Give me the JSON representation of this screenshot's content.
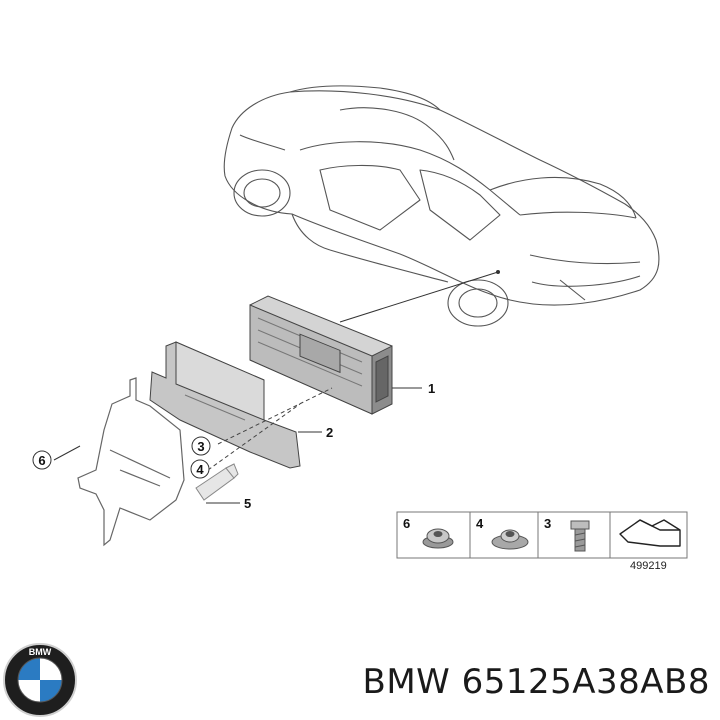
{
  "callouts": {
    "c1": "1",
    "c2": "2",
    "c3": "3",
    "c4": "4",
    "c5": "5",
    "c6": "6"
  },
  "legend": {
    "items": [
      "6",
      "4",
      "3"
    ],
    "ref_number": "499219"
  },
  "logo": {
    "text": "BMW",
    "colors": {
      "blue": "#2b7bc2",
      "ring": "#1e1e1e",
      "white": "#ffffff"
    }
  },
  "caption": {
    "brand": "BMW",
    "part_number": "65125A38AB8"
  }
}
